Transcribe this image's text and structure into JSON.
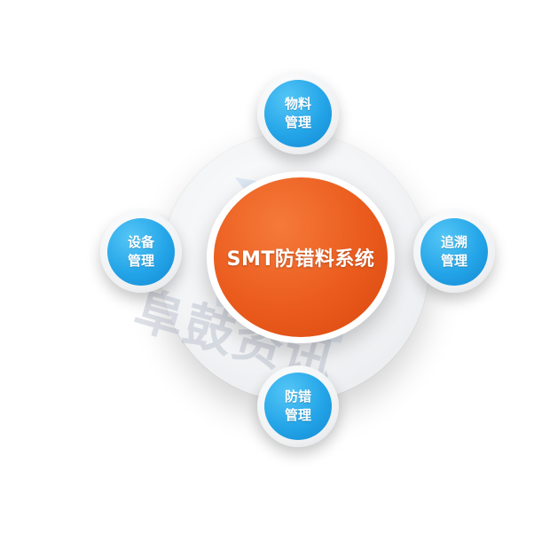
{
  "center": {
    "title": "SMT防错料系统",
    "color": "#ea5b1d"
  },
  "nodes": [
    {
      "id": "material",
      "line1": "物料",
      "line2": "管理",
      "position": "top"
    },
    {
      "id": "equipment",
      "line1": "设备",
      "line2": "管理",
      "position": "left"
    },
    {
      "id": "traceability",
      "line1": "追溯",
      "line2": "管理",
      "position": "right"
    },
    {
      "id": "error-proofing",
      "line1": "防错",
      "line2": "管理",
      "position": "bottom"
    }
  ],
  "node_color": "#24a5e8",
  "watermark": {
    "text": "阜鼓资讯"
  }
}
